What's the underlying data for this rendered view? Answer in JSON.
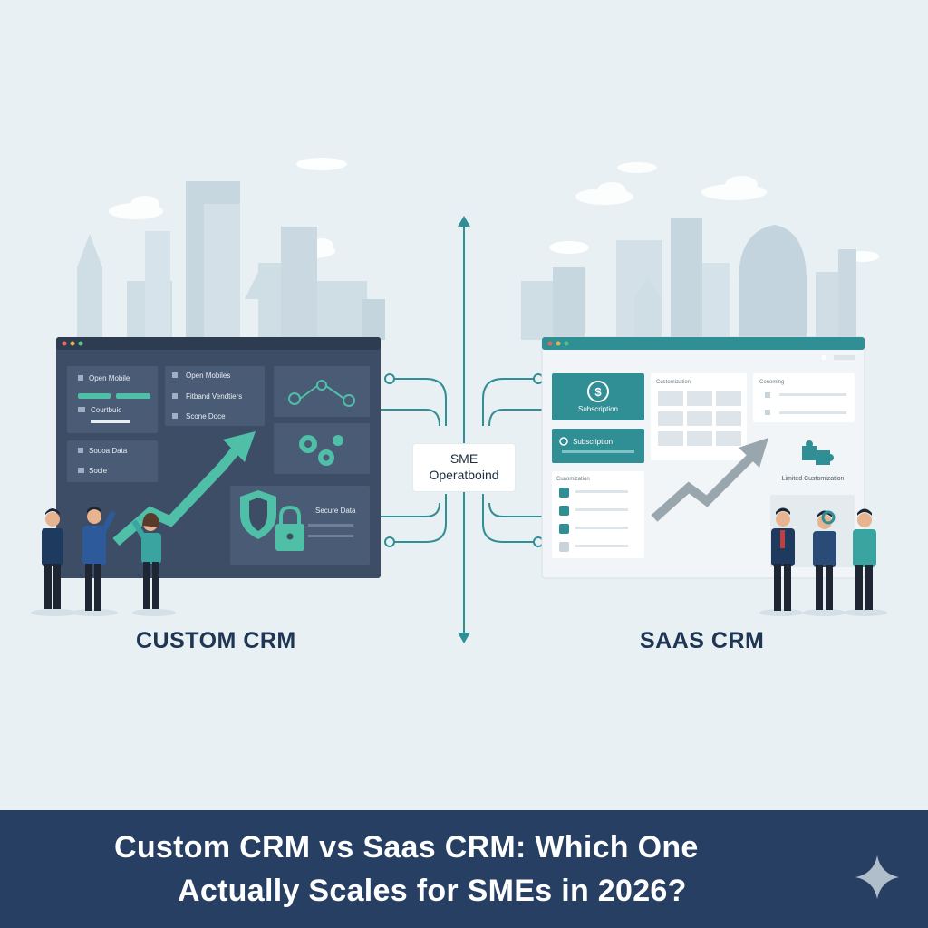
{
  "colors": {
    "background": "#e9f0f3",
    "dark_panel": "#3d4d66",
    "teal": "#2f8f94",
    "accent_green": "#4fbfa8",
    "banner": "#263f63"
  },
  "left": {
    "label": "CUSTOM CRM",
    "panel_items": {
      "open_mobile": "Open Mobile",
      "courtbuic": "Courtbuic",
      "open_mobiles": "Open Mobiles",
      "fitband_vendtiers": "Fitband Vendtiers",
      "scone_doce": "Scone Doce",
      "souoa_data": "Souoa Data",
      "socie": "Socie",
      "secure_data": "Secure Data"
    }
  },
  "center": {
    "line1": "SME",
    "line2": "Operatboind"
  },
  "right": {
    "label": "SAAS CRM",
    "panel_items": {
      "subscription_card": "Subscription",
      "subscription_bar": "Subscription",
      "customization": "Customization",
      "conoming": "Conoming",
      "cuaomization": "Cuaomization",
      "limited_customization": "Limited Customization"
    }
  },
  "banner": {
    "line1": "Custom CRM vs Saas CRM: Which One",
    "line2": "Actually Scales for SMEs in 2026?"
  }
}
